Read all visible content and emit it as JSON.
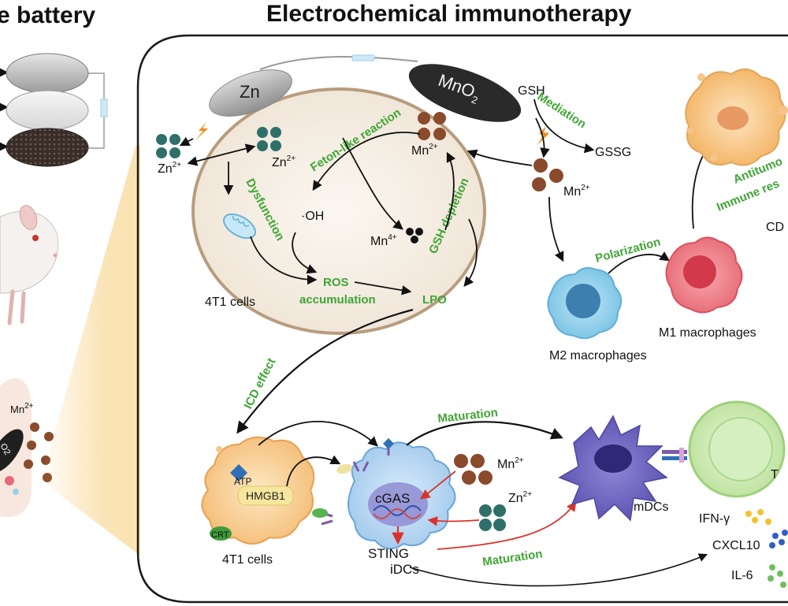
{
  "titles": {
    "left": "e battery",
    "right": "Electrochemical immunotherapy"
  },
  "battery": {
    "zn_label": "Zn",
    "mno2_label": "MnO",
    "mno2_sub": "2"
  },
  "ions": {
    "zn": "Zn",
    "mn": "Mn",
    "charge2": "2+",
    "charge4": "4+",
    "oh": "·OH",
    "gsh": "GSH",
    "gssg": "GSSG",
    "mn_left": "Mn"
  },
  "processes": {
    "fenton": "Feton-like reaction",
    "mediation": "Mediation",
    "dysfunction": "Dysfunction",
    "gsh_depletion": "GSH depletion",
    "ros_1": "ROS",
    "ros_2": "accumulation",
    "lpo": "LPO",
    "polarization": "Polarization",
    "antitumor_1": "Antitumo",
    "antitumor_2": "Immune res",
    "icd": "ICD effect",
    "maturation_top": "Maturation",
    "maturation_bottom": "Maturation"
  },
  "cells": {
    "tumor_top": "4T1 cells",
    "m2": "M2 macrophages",
    "m1": "M1 macrophages",
    "cd_partial": "CD",
    "tumor_bottom": "4T1 cells",
    "idcs": "iDCs",
    "mdcs": "mDCs",
    "t_partial": "T"
  },
  "molecules": {
    "atp": "ATP",
    "hmgb1": "HMGB1",
    "crt": "CRT",
    "cgas": "cGAS",
    "sting": "STING",
    "ifn": "IFN-γ",
    "cxcl10": "CXCL10",
    "il6": "IL-6"
  },
  "colors": {
    "green_text": "#3fa535",
    "mn_ion": "#8a4a2c",
    "zn_ion": "#2f6f6a",
    "cell_membrane": "#b89c7e",
    "red_arrow": "#d8342c"
  }
}
